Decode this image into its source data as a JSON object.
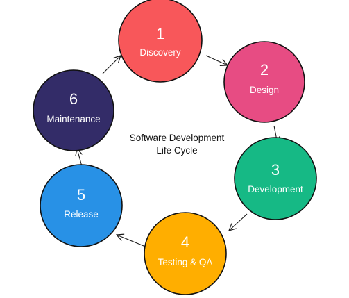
{
  "diagram": {
    "center_title_line1": "Software Development",
    "center_title_line2": "Life Cycle",
    "stages": [
      {
        "number": "1",
        "label": "Discovery",
        "color": "#F8575A"
      },
      {
        "number": "2",
        "label": "Design",
        "color": "#E74C83"
      },
      {
        "number": "3",
        "label": "Development",
        "color": "#16B985"
      },
      {
        "number": "4",
        "label": "Testing & QA",
        "color": "#FFAE00"
      },
      {
        "number": "5",
        "label": "Release",
        "color": "#2891E6"
      },
      {
        "number": "6",
        "label": "Maintenance",
        "color": "#332C68"
      }
    ]
  }
}
